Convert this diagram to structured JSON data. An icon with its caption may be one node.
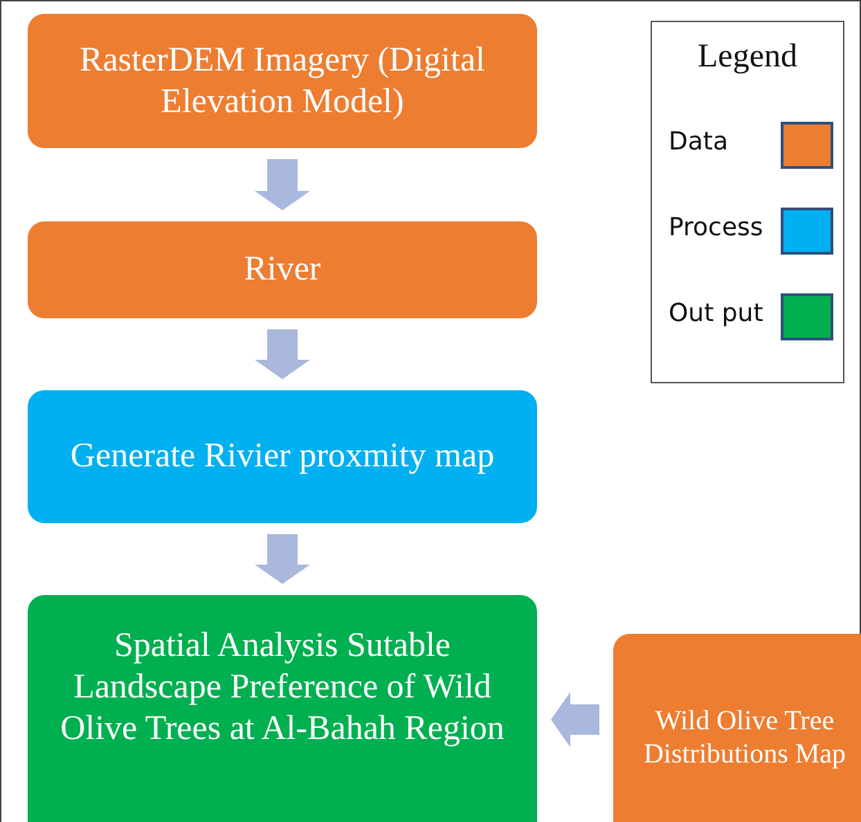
{
  "diagram": {
    "nodes": [
      {
        "text": [
          "RasterDEM Imagery (Digital Elevation Model)"
        ]
      },
      {
        "text": [
          "River"
        ]
      },
      {
        "text": [
          "Generate Rivier proxmity map"
        ]
      },
      {
        "text": [
          "Spatial Analysis Sutable Landscape  Preference of Wild Olive Trees at Al-Bahah Region"
        ]
      },
      {
        "text": [
          "Wild Olive Tree Distributions Map"
        ]
      }
    ],
    "edges": [
      {
        "from": 0,
        "to": 1,
        "arrow": "to"
      },
      {
        "from": 1,
        "to": 2,
        "arrow": "to"
      },
      {
        "from": 2,
        "to": 3,
        "arrow": "to"
      },
      {
        "from": 4,
        "to": 3,
        "arrow": "to"
      }
    ],
    "labels": [
      "Legend"
    ],
    "legend": [
      {
        "text": "Data",
        "color": "#ed7d31"
      },
      {
        "text": "Process",
        "color": "#00b0f0"
      },
      {
        "text": "Out put",
        "color": "#00b050"
      }
    ]
  }
}
